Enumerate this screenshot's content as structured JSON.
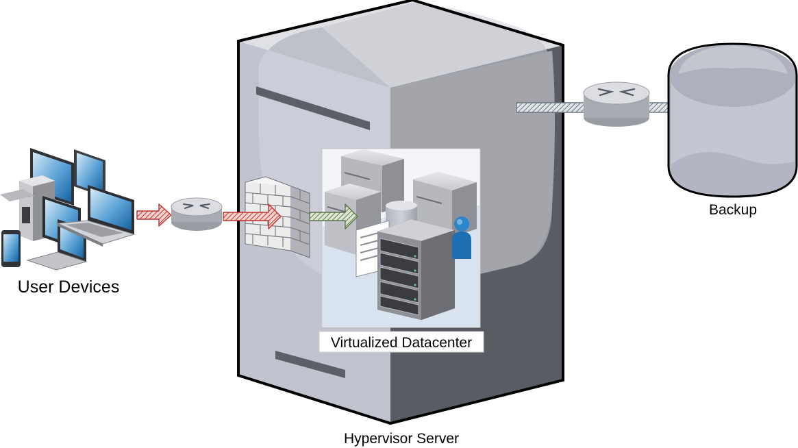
{
  "labels": {
    "user_devices": "User Devices",
    "virtualized_datacenter": "Virtualized Datacenter",
    "hypervisor_server": "Hypervisor Server",
    "backup": "Backup"
  },
  "colors": {
    "server_light": "#c3c6d1",
    "server_mid": "#a2a4aa",
    "server_dark": "#5c5f66",
    "inbound_arrow": "#d0433c",
    "internal_arrow": "#6e8a5c",
    "backup_arrow": "#8a9296",
    "device_blue": "#1c6fb3"
  },
  "icons": {
    "user_devices": "user-devices-cluster-icon",
    "router": "router-icon",
    "firewall": "firewall-icon",
    "datacenter": "virtual-datacenter-icon",
    "hypervisor": "server-tower-icon",
    "backup": "database-cylinder-icon"
  }
}
